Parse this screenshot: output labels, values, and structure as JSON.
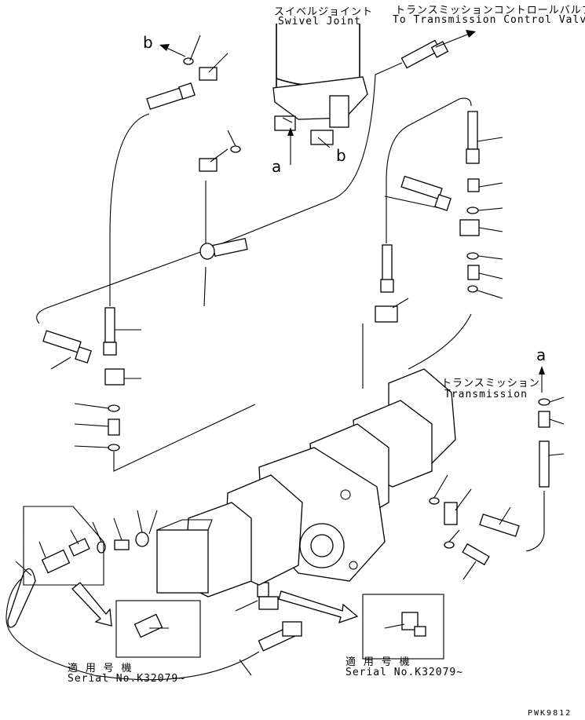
{
  "labels": {
    "swivel_joint_jp": "スイベルジョイント",
    "swivel_joint_en": "Swivel Joint",
    "transmission_valve_jp": "トランスミッションコントロールバルブへ",
    "transmission_valve_en": "To Transmission Control Valve",
    "transmission_jp": "トランスミッション",
    "transmission_en": "Transmission",
    "callout_a": "a",
    "callout_b": "b",
    "serial_jp_1": "適 用 号 機",
    "serial_en_1": "Serial No.K32079~",
    "serial_jp_2": "適 用 号 機",
    "serial_en_2": "Serial No.K32079~",
    "drawing_code": "PWK9812"
  }
}
